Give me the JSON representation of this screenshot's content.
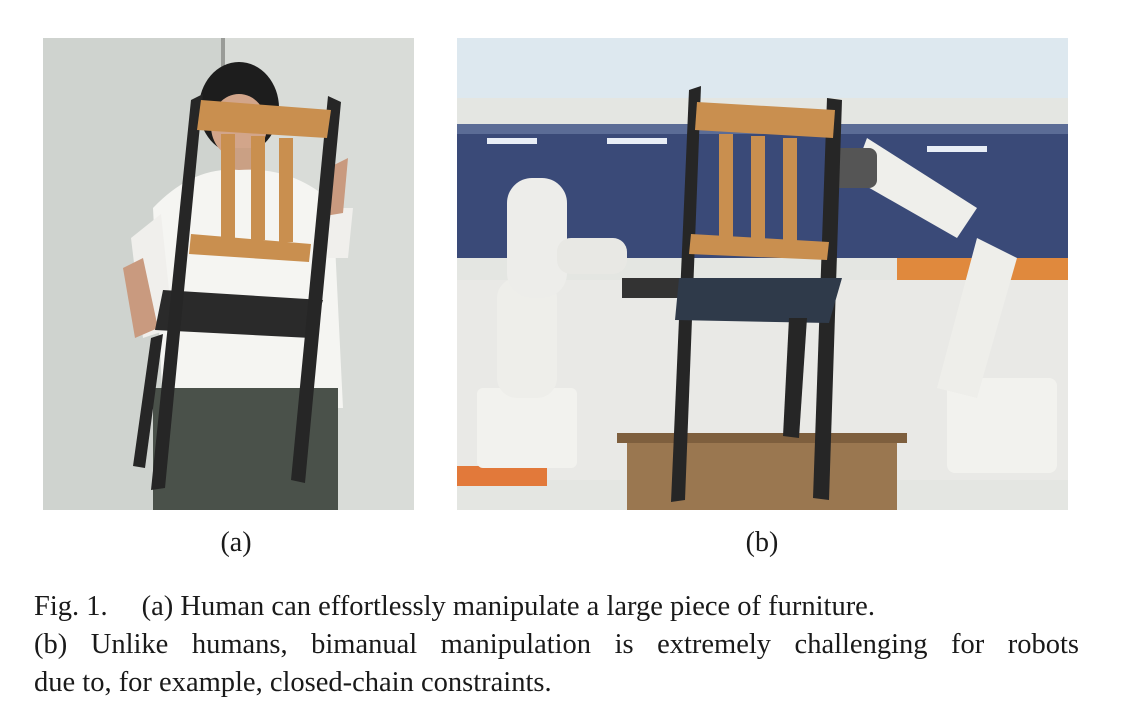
{
  "figure": {
    "panels": [
      {
        "label": "(a)"
      },
      {
        "label": "(b)"
      }
    ],
    "caption": {
      "fig_label": "Fig. 1.",
      "line1": "(a) Human can effortlessly manipulate a large piece of furniture.",
      "line2": "(b) Unlike humans, bimanual manipulation is extremely challenging for robots",
      "line3": "due to, for example, closed-chain constraints."
    }
  },
  "colors": {
    "wood": "#c98f4f",
    "chair_frame": "#262626",
    "robot": "#eeeeea",
    "window_blue": "#3a4a78",
    "table": "#9a7750"
  }
}
